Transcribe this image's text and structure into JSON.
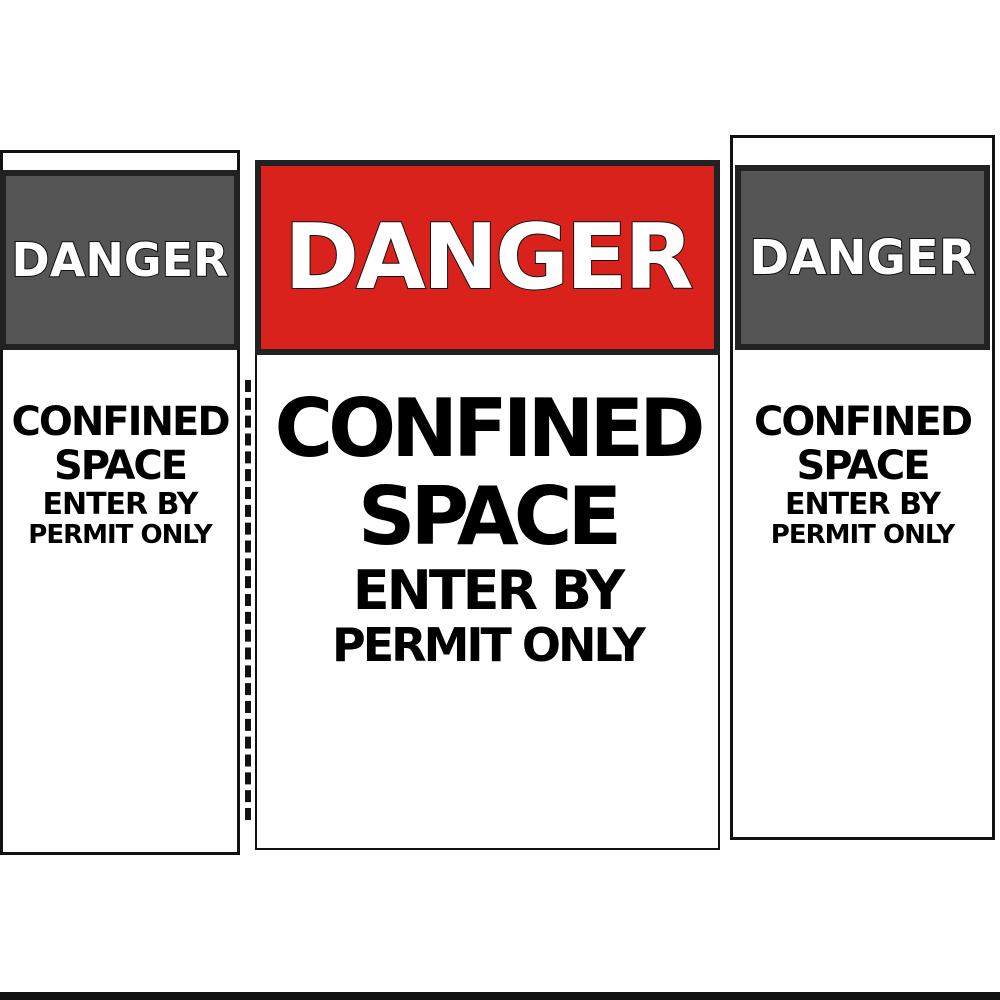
{
  "signs": [
    {
      "header": "DANGER",
      "lines": [
        "CONFINED",
        "SPACE",
        "ENTER BY",
        "PERMIT ONLY"
      ]
    },
    {
      "header": "DANGER",
      "lines": [
        "CONFINED",
        "SPACE",
        "ENTER BY",
        "PERMIT ONLY"
      ]
    },
    {
      "header": "DANGER",
      "lines": [
        "CONFINED",
        "SPACE",
        "ENTER BY",
        "PERMIT ONLY"
      ]
    }
  ],
  "colors": {
    "header_red": "#d9221c",
    "text": "#000000",
    "background": "#ffffff"
  }
}
